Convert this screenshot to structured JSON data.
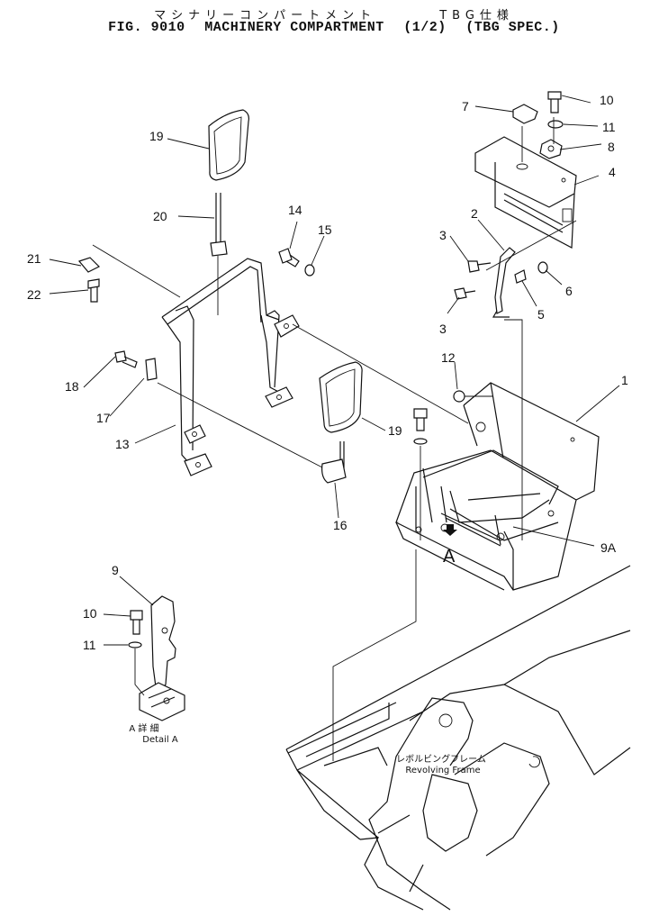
{
  "title": {
    "japanese": "マシナリーコンパートメント",
    "spec_japanese": "TBG仕様",
    "figure_no": "FIG. 9010",
    "name": "MACHINERY COMPARTMENT",
    "sheet": "(1/2)",
    "spec": "(TBG SPEC.)"
  },
  "callouts": {
    "p1": "1",
    "p2": "2",
    "p3a": "3",
    "p3b": "3",
    "p4": "4",
    "p5": "5",
    "p6": "6",
    "p7": "7",
    "p8": "8",
    "p9": "9",
    "p9a": "9A",
    "p10a": "10",
    "p10b": "10",
    "p11a": "11",
    "p11b": "11",
    "p12": "12",
    "p13": "13",
    "p14": "14",
    "p15": "15",
    "p16": "16",
    "p17": "17",
    "p18": "18",
    "p19a": "19",
    "p19b": "19",
    "p20": "20",
    "p21": "21",
    "p22": "22"
  },
  "view_marker": "A",
  "detail_label": {
    "japanese": "A 詳 細",
    "english": "Detail A"
  },
  "frame_label": {
    "japanese": "レボルビングフレーム",
    "english": "Revolving Frame"
  }
}
